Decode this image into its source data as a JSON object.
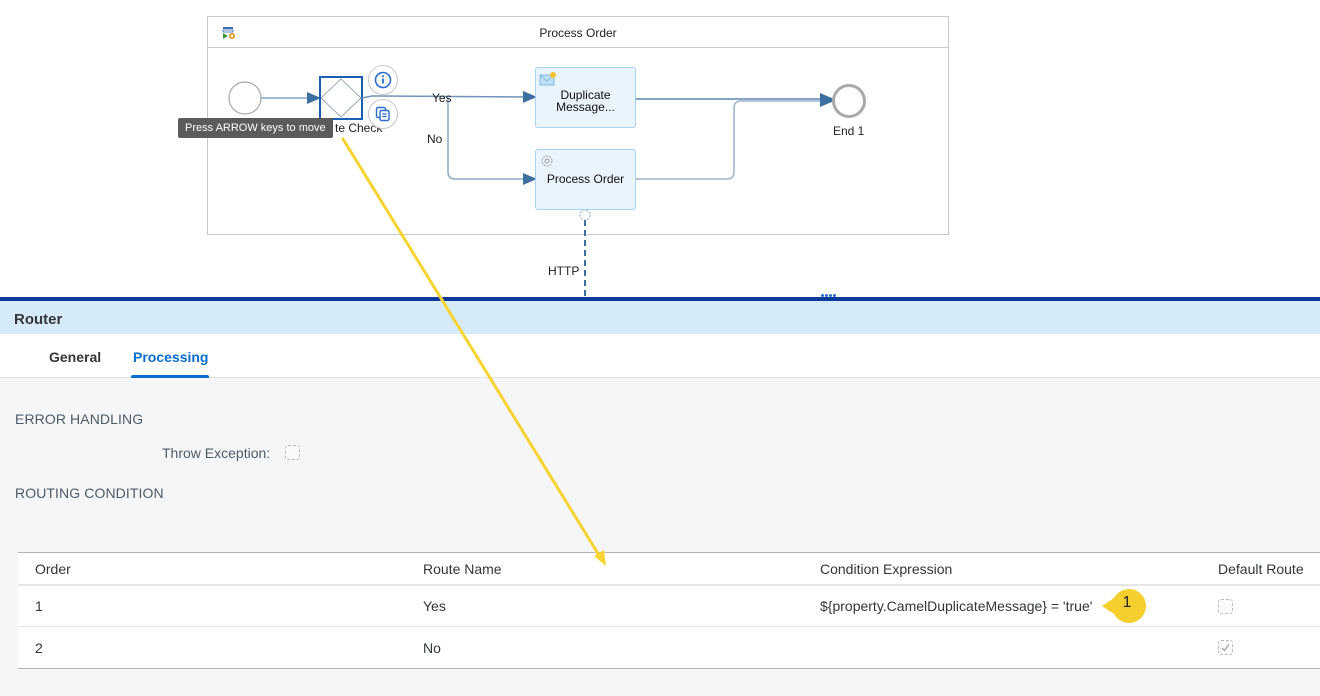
{
  "diagram": {
    "pool_title": "Process Order",
    "nodes": {
      "start_event": "",
      "router": "Duplicate Check",
      "router_visible_label": "te Check",
      "task_duplicate": "Duplicate Message...",
      "task_duplicate_line1": "Duplicate",
      "task_duplicate_line2": "Message...",
      "task_process": "Process Order",
      "end_event": "End 1"
    },
    "edges": {
      "yes_label": "Yes",
      "no_label": "No",
      "http_label": "HTTP"
    },
    "tooltip": "Press ARROW keys to move",
    "context_buttons": [
      "info-icon",
      "copy-icon"
    ]
  },
  "panel": {
    "title": "Router",
    "tabs": [
      {
        "label": "General",
        "active": false
      },
      {
        "label": "Processing",
        "active": true
      }
    ],
    "sections": {
      "error_handling": "ERROR HANDLING",
      "throw_exception_label": "Throw Exception:",
      "throw_exception_checked": false,
      "routing_condition": "ROUTING CONDITION"
    },
    "table": {
      "headers": [
        "Order",
        "Route Name",
        "Condition Expression",
        "Default Route"
      ],
      "rows": [
        {
          "order": "1",
          "route_name": "Yes",
          "condition": "${property.CamelDuplicateMessage} = 'true'",
          "default_route": false
        },
        {
          "order": "2",
          "route_name": "No",
          "condition": "",
          "default_route": true
        }
      ]
    }
  },
  "annotation": {
    "callout_number": "1",
    "color": "#f5cf2d"
  },
  "colors": {
    "accent": "#0a6ed1",
    "splitter": "#0a3a9a",
    "panel_header_bg": "#d6ebfa",
    "task_bg": "#e9f4fd",
    "router_selected": "#1a5fb4"
  }
}
